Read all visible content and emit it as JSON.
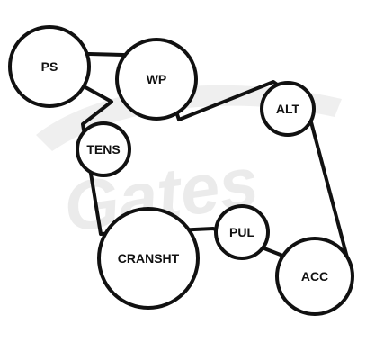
{
  "watermark": {
    "brand": "Gates",
    "color": "#ebebeb"
  },
  "pulleys": {
    "ps": {
      "label": "PS"
    },
    "wp": {
      "label": "WP"
    },
    "alt": {
      "label": "ALT"
    },
    "tens": {
      "label": "TENS"
    },
    "pul": {
      "label": "PUL"
    },
    "cranksht": {
      "label": "CRANSHT"
    },
    "acc": {
      "label": "ACC"
    }
  },
  "colors": {
    "line": "#111111",
    "background": "#ffffff"
  }
}
